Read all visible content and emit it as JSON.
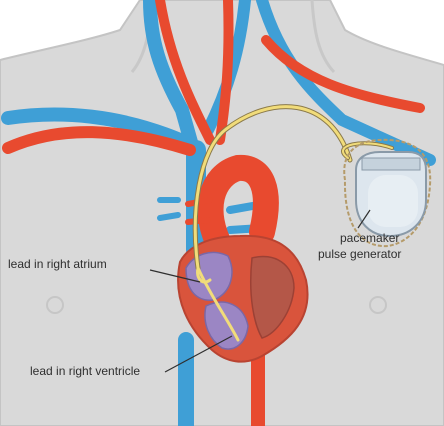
{
  "labels": {
    "lead_atrium": "lead in right atrium",
    "lead_ventricle": "lead in right ventricle",
    "generator_line1": "pacemaker",
    "generator_line2": "pulse generator"
  },
  "colors": {
    "background": "#ffffff",
    "body_skin": "#d9d9d9",
    "body_outline": "#c4c4c4",
    "artery_red": "#e84a2f",
    "vein_blue": "#3f9fd6",
    "heart_muscle": "#d9543c",
    "heart_chamber": "#9b86c4",
    "lead_wire": "#f1dc7a",
    "generator_case": "#dde6ee"
  },
  "icons": [
    "heart-illustration",
    "pacemaker-device-icon"
  ]
}
